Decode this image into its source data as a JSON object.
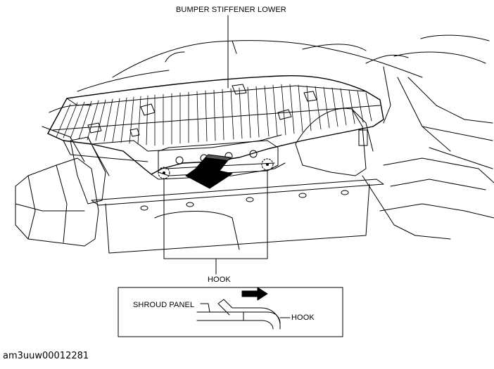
{
  "labels": {
    "bumper_stiffener_lower": "BUMPER STIFFENER LOWER",
    "hook_main": "HOOK",
    "shroud_panel": "SHROUD PANEL",
    "hook_detail": "HOOK"
  },
  "figure_code": "am3uuw00012281"
}
